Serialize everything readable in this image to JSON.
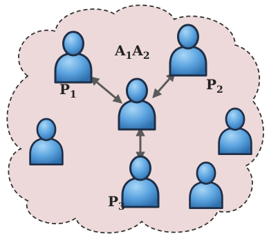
{
  "diagram": {
    "group_label": {
      "main": "A",
      "sub1": "1",
      "mid": "A",
      "sub2": "2"
    },
    "peer_labels": [
      {
        "letter": "P",
        "sub": "1"
      },
      {
        "letter": "P",
        "sub": "2"
      },
      {
        "letter": "P",
        "sub": "3"
      }
    ],
    "colors": {
      "cloud_fill": "#edd9d9",
      "cloud_stroke": "#333333",
      "person_fill": "#5aa3df",
      "person_stroke": "#1f2f48",
      "arrow": "#5a5a5a"
    },
    "person_icon": "user-icon"
  }
}
